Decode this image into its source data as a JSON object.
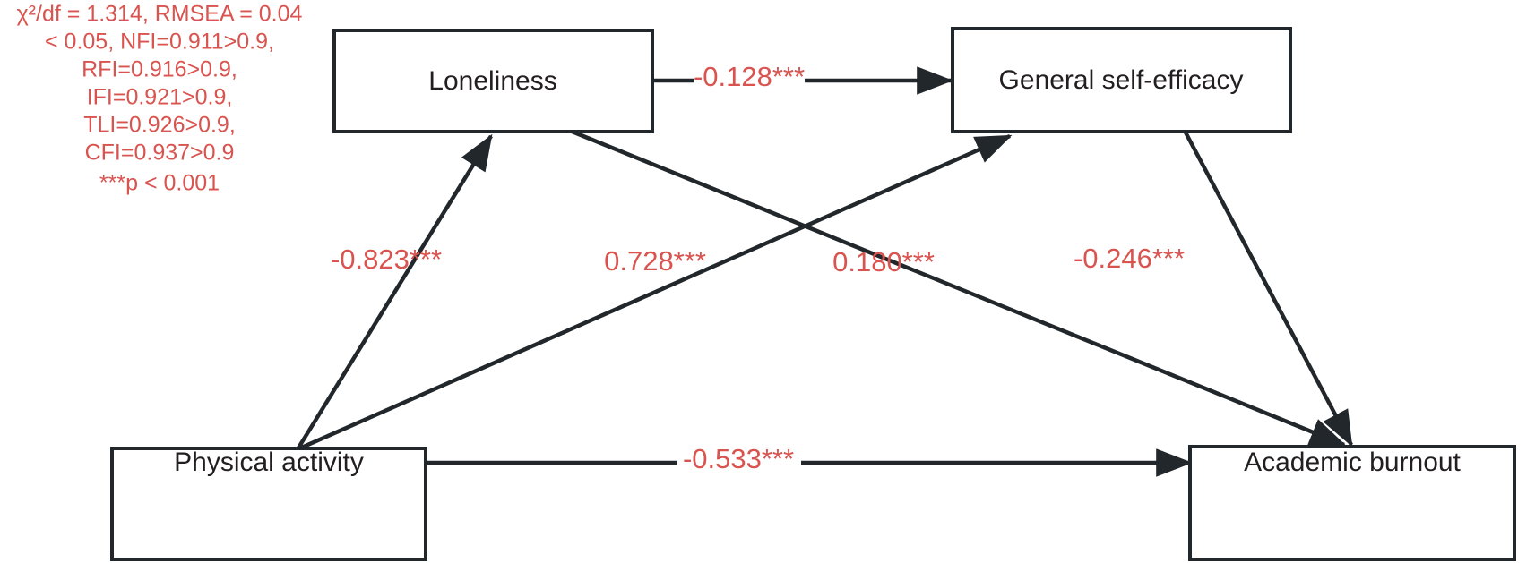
{
  "figure": {
    "type": "sem-path-diagram",
    "background_color": "#ffffff",
    "node_stroke_color": "#22272b",
    "node_text_color": "#231f20",
    "path_stroke_color": "#22272b",
    "coefficient_color": "#d9534f"
  },
  "nodes": [
    {
      "id": "loneliness",
      "label": "Loneliness"
    },
    {
      "id": "general_self_efficacy",
      "label": "General self-efficacy"
    },
    {
      "id": "physical_activity",
      "label": "Physical activity"
    },
    {
      "id": "academic_burnout",
      "label": "Academic burnout"
    }
  ],
  "paths": [
    {
      "id": "lon_to_gse",
      "from": "loneliness",
      "to": "general_self_efficacy",
      "label": "-0.128***",
      "value": -0.128
    },
    {
      "id": "pa_to_lon",
      "from": "physical_activity",
      "to": "loneliness",
      "label": "-0.823***",
      "value": -0.823
    },
    {
      "id": "pa_to_gse",
      "from": "physical_activity",
      "to": "general_self_efficacy",
      "label": "0.728***",
      "value": 0.728
    },
    {
      "id": "lon_to_ab",
      "from": "loneliness",
      "to": "academic_burnout",
      "label": "0.180***",
      "value": 0.18
    },
    {
      "id": "gse_to_ab",
      "from": "general_self_efficacy",
      "to": "academic_burnout",
      "label": "-0.246***",
      "value": -0.246
    },
    {
      "id": "pa_to_ab",
      "from": "physical_activity",
      "to": "academic_burnout",
      "label": "-0.533***",
      "value": -0.533
    }
  ],
  "fit_indices": {
    "lines": [
      "χ²/df = 1.314, RMSEA = 0.04",
      "< 0.05, NFI=0.911>0.9,",
      "RFI=0.916>0.9,",
      "IFI=0.921>0.9,",
      "TLI=0.926>0.9,",
      "CFI=0.937>0.9",
      "***p < 0.001"
    ]
  },
  "chart_data": {
    "type": "diagram",
    "title": "",
    "nodes": [
      "Loneliness",
      "General self-efficacy",
      "Physical activity",
      "Academic burnout"
    ],
    "edges": [
      {
        "source": "Loneliness",
        "target": "General self-efficacy",
        "weight": -0.128,
        "label": "-0.128***"
      },
      {
        "source": "Physical activity",
        "target": "Loneliness",
        "weight": -0.823,
        "label": "-0.823***"
      },
      {
        "source": "Physical activity",
        "target": "General self-efficacy",
        "weight": 0.728,
        "label": "0.728***"
      },
      {
        "source": "Loneliness",
        "target": "Academic burnout",
        "weight": 0.18,
        "label": "0.180***"
      },
      {
        "source": "General self-efficacy",
        "target": "Academic burnout",
        "weight": -0.246,
        "label": "-0.246***"
      },
      {
        "source": "Physical activity",
        "target": "Academic burnout",
        "weight": -0.533,
        "label": "-0.533***"
      }
    ],
    "annotations": [
      "χ²/df = 1.314",
      "RMSEA = 0.04 < 0.05",
      "NFI=0.911>0.9",
      "RFI=0.916>0.9",
      "IFI=0.921>0.9",
      "TLI=0.926>0.9",
      "CFI=0.937>0.9",
      "***p < 0.001"
    ]
  }
}
